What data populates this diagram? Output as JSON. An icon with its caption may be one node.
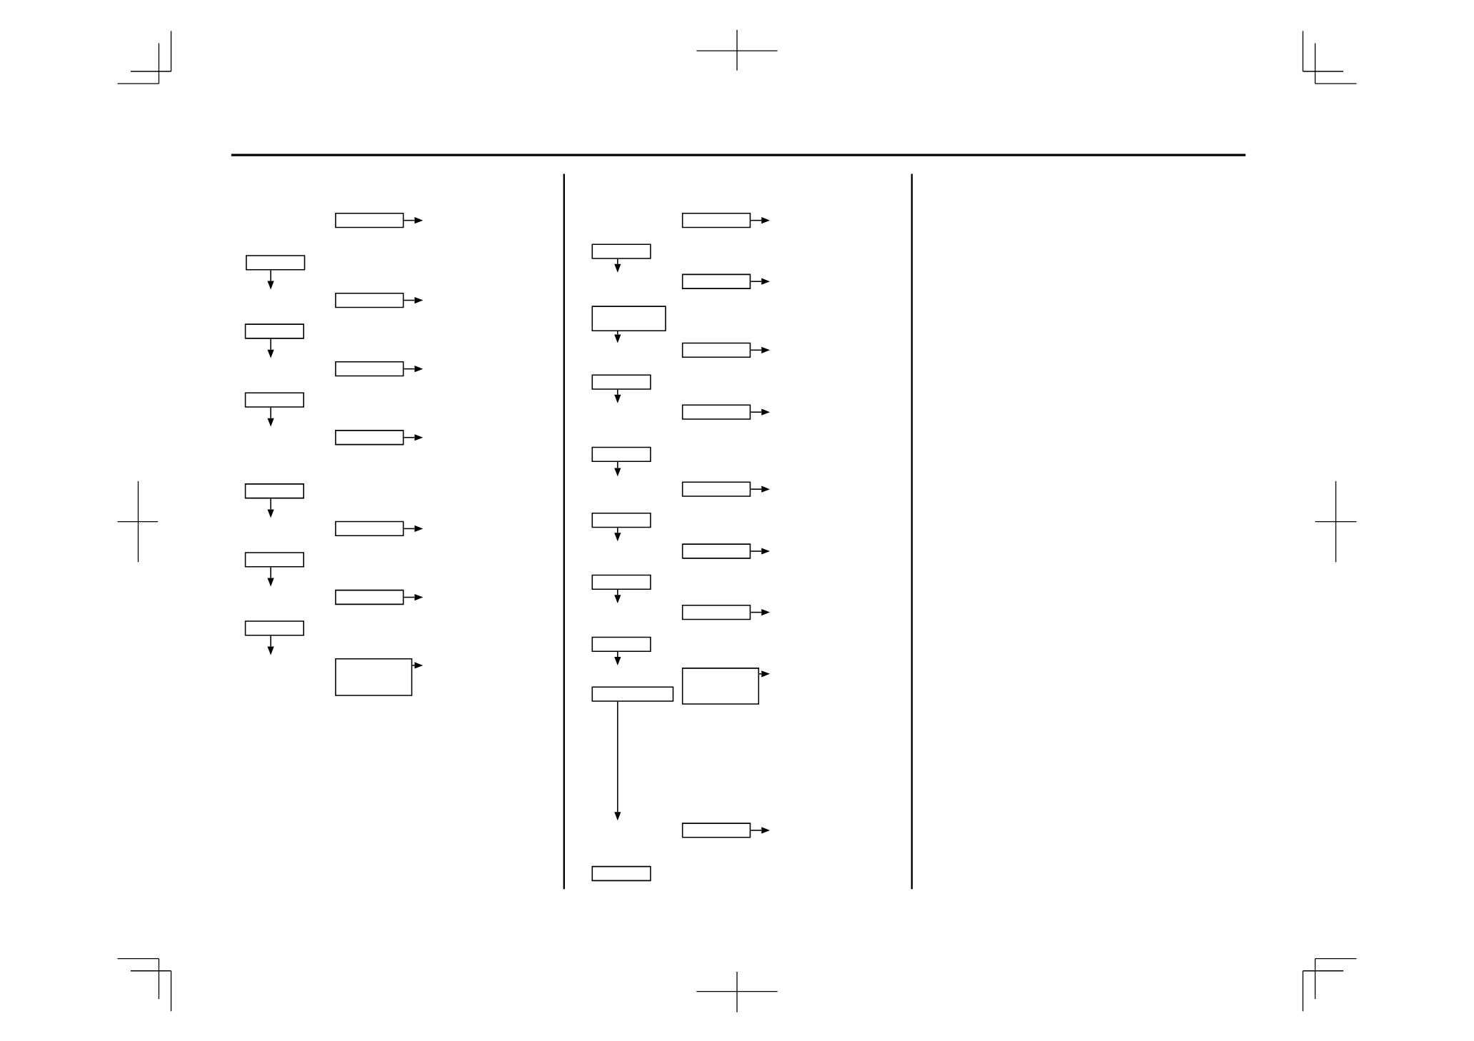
{
  "diagram": {
    "nodes": [
      {
        "text": [],
        "shape": "box"
      },
      {
        "text": [],
        "shape": "box"
      },
      {
        "text": [],
        "shape": "box"
      },
      {
        "text": [],
        "shape": "box"
      },
      {
        "text": [],
        "shape": "box"
      },
      {
        "text": [],
        "shape": "box"
      },
      {
        "text": [],
        "shape": "box"
      },
      {
        "text": [],
        "shape": "box"
      },
      {
        "text": [],
        "shape": "box"
      },
      {
        "text": [],
        "shape": "box"
      },
      {
        "text": [],
        "shape": "box"
      },
      {
        "text": [],
        "shape": "box"
      },
      {
        "text": [],
        "shape": "box"
      },
      {
        "text": [],
        "shape": "box"
      },
      {
        "text": [],
        "shape": "box"
      },
      {
        "text": [],
        "shape": "box"
      },
      {
        "text": [],
        "shape": "box"
      },
      {
        "text": [],
        "shape": "box"
      },
      {
        "text": [],
        "shape": "box"
      },
      {
        "text": [],
        "shape": "box"
      },
      {
        "text": [],
        "shape": "box"
      },
      {
        "text": [],
        "shape": "box"
      },
      {
        "text": [],
        "shape": "box"
      },
      {
        "text": [],
        "shape": "box"
      },
      {
        "text": [],
        "shape": "box"
      },
      {
        "text": [],
        "shape": "box"
      },
      {
        "text": [],
        "shape": "box"
      },
      {
        "text": [],
        "shape": "box"
      },
      {
        "text": [],
        "shape": "box"
      },
      {
        "text": [],
        "shape": "box"
      },
      {
        "text": [],
        "shape": "box"
      }
    ],
    "edges": [
      {
        "from": 0,
        "to": null,
        "arrow": "to"
      },
      {
        "from": 1,
        "to": null,
        "arrow": "to"
      },
      {
        "from": 2,
        "to": null,
        "arrow": "to"
      },
      {
        "from": 3,
        "to": null,
        "arrow": "to"
      },
      {
        "from": 4,
        "to": null,
        "arrow": "to"
      },
      {
        "from": 5,
        "to": null,
        "arrow": "to"
      },
      {
        "from": 6,
        "to": null,
        "arrow": "to"
      },
      {
        "from": 7,
        "to": null,
        "arrow": "to"
      },
      {
        "from": 8,
        "to": null,
        "arrow": "to"
      },
      {
        "from": 9,
        "to": null,
        "arrow": "to"
      },
      {
        "from": 10,
        "to": null,
        "arrow": "to"
      },
      {
        "from": 11,
        "to": null,
        "arrow": "to"
      },
      {
        "from": 12,
        "to": null,
        "arrow": "to"
      },
      {
        "from": 13,
        "to": null,
        "arrow": "to"
      },
      {
        "from": 14,
        "to": null,
        "arrow": "to"
      },
      {
        "from": 15,
        "to": null,
        "arrow": "to"
      },
      {
        "from": 16,
        "to": null,
        "arrow": "to"
      },
      {
        "from": 17,
        "to": null,
        "arrow": "to"
      },
      {
        "from": 18,
        "to": null,
        "arrow": "to"
      },
      {
        "from": 19,
        "to": null,
        "arrow": "to"
      },
      {
        "from": 20,
        "to": null,
        "arrow": "to"
      },
      {
        "from": 21,
        "to": null,
        "arrow": "to"
      },
      {
        "from": 22,
        "to": null,
        "arrow": "to"
      },
      {
        "from": 23,
        "to": null,
        "arrow": "to"
      },
      {
        "from": 24,
        "to": null,
        "arrow": "to"
      },
      {
        "from": 25,
        "to": null,
        "arrow": "to"
      },
      {
        "from": 26,
        "to": null,
        "arrow": "to"
      },
      {
        "from": 27,
        "to": null,
        "arrow": "to"
      },
      {
        "from": 28,
        "to": null,
        "arrow": "to"
      },
      {
        "from": 29,
        "to": null,
        "arrow": "to"
      }
    ]
  }
}
